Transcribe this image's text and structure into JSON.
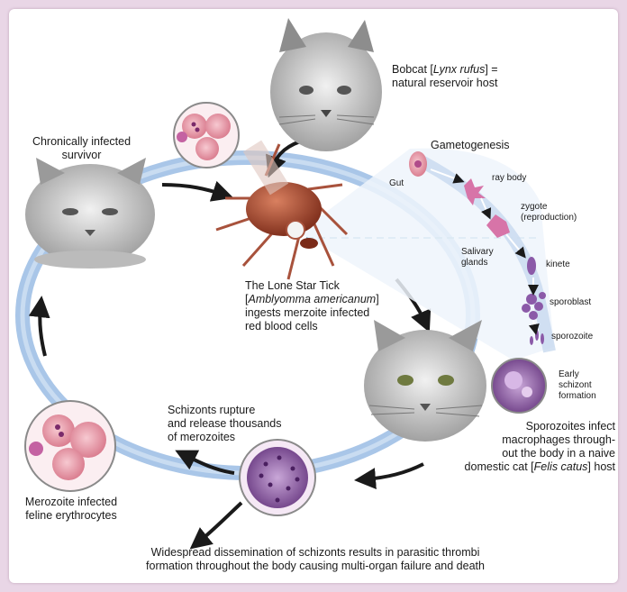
{
  "labels": {
    "bobcat_line1_pre": "Bobcat [",
    "bobcat_line1_species": "Lynx rufus",
    "bobcat_line1_post": "] =",
    "bobcat_line2": "natural reservoir host",
    "survivor_line1": "Chronically infected",
    "survivor_line2": "survivor",
    "gametogenesis": "Gametogenesis",
    "gut": "Gut",
    "ray_body": "ray body",
    "zygote": "zygote",
    "zygote_note": "(reproduction)",
    "salivary_line1": "Salivary",
    "salivary_line2": "glands",
    "kinete": "kinete",
    "sporoblast": "sporoblast",
    "sporozoite": "sporozoite",
    "early_line1": "Early",
    "early_line2": "schizont",
    "early_line3": "formation",
    "tick_line1": "The Lone Star Tick",
    "tick_line2_pre": "[",
    "tick_line2_species": "Amblyomma americanum",
    "tick_line2_post": "]",
    "tick_line3": "ingests merzoite infected",
    "tick_line4": "red blood cells",
    "sporo_infect_line1": "Sporozoites infect",
    "sporo_infect_line2": "macrophages through-",
    "sporo_infect_line3": "out the body in a naive",
    "sporo_infect_line4_pre": "domestic cat [",
    "sporo_infect_line4_species": "Felis catus",
    "sporo_infect_line4_post": "] host",
    "schizont_line1": "Schizonts rupture",
    "schizont_line2": "and release thousands",
    "schizont_line3": "of merozoites",
    "merozoite_line1": "Merozoite infected",
    "merozoite_line2": "feline erythrocytes",
    "bottom_line1": "Widespread dissemination of schizonts results in parasitic thrombi",
    "bottom_line2": "formation throughout the body causing multi-organ failure and death"
  },
  "colors": {
    "background": "#e9d6e6",
    "cycle_ring": "#a9c6e8",
    "arrow": "#1a1a1a",
    "rbc": "#e89aa8",
    "parasite": "#b04b8a",
    "tick_body": "#b8523a"
  }
}
